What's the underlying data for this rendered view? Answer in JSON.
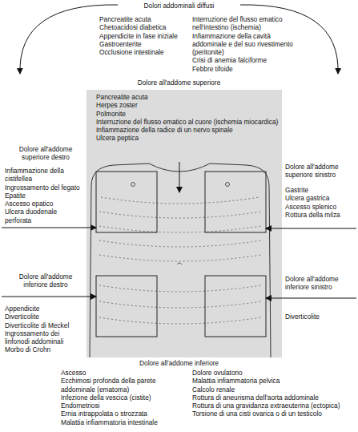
{
  "diagram": {
    "labels": [
      "Dolori addominali diffusi",
      "Pancreatite acuta",
      "Chetoacidosi diabetica",
      "Appendicite in fase iniziale",
      "Gastroenterite",
      "Occlusione intestinale",
      "Interruzione del flusso ematico nell'intestino (ischemia)",
      "Infiammazione della cavità addominale e del suo rivestimento (peritonite)",
      "Crisi di anemia falciforme",
      "Febbre tifoide",
      "Dolore all'addome superiore",
      "Pancreatite acuta",
      "Herpes zoster",
      "Polmonite",
      "Interruzione del flusso ematico al cuore (ischemia miocardica)",
      "Infiammazione della radice di un nervo spinale",
      "Ulcera peptica",
      "Dolore all'addome superiore destro",
      "Infiammazione della cistifellea",
      "Ingrossamento del fegato",
      "Epatite",
      "Ascesso epatico",
      "Ulcera duodenale perforata",
      "Dolore all'addome superiore sinistro",
      "Gastrite",
      "Ulcera gastrica",
      "Ascesso splenico",
      "Rottura della milza",
      "Dolore all'addome inferiore destro",
      "Appendicite",
      "Diverticolite",
      "Diverticolite di Meckel",
      "Ingrossamento dei linfonodi addominali",
      "Morbo di Crohn",
      "Dolore all'addome inferiore sinistro",
      "Diverticolite",
      "Dolore all'addome inferiore",
      "Ascesso",
      "Ecchimosi profonda della parete addominale (ematoma)",
      "Infezione della vescica (cistite)",
      "Endometriosi",
      "Ernia intrappolata o strozzata",
      "Malattia infiammatoria intestinale",
      "Dolore ovulatorio",
      "Malattia infiammatoria pelvica",
      "Calcolo renale",
      "Rottura di aneurisma dell'aorta addominale",
      "Rottura di una gravidanza extraeuterina (ectopica)",
      "Torsione di una cisti ovarica o di un testicolo"
    ]
  }
}
